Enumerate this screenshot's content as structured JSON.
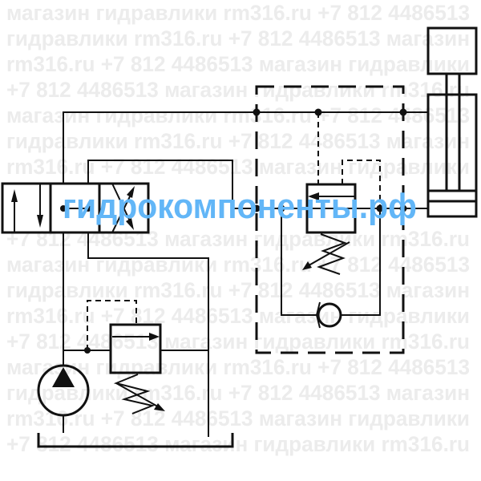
{
  "watermark": {
    "lines": [
      "магазин гидравлики rm316.ru +7 812 4486513",
      "гидравлики rm316.ru +7 812 4486513 магазин",
      "rm316.ru +7 812 4486513 магазин гидравлики",
      "+7 812 4486513 магазин гидравлики rm316.ru",
      "магазин гидравлики rm316.ru +7 812 4486513",
      "гидравлики rm316.ru +7 812 4486513 магазин",
      "rm316.ru +7 812 4486513 магазин гидравлики",
      "+7 812 4486513 магазин гидравлики rm316.ru",
      "магазин гидравлики rm316.ru +7 812 4486513",
      "гидравлики rm316.ru +7 812 4486513 магазин",
      "rm316.ru +7 812 4486513 магазин гидравлики",
      "+7 812 4486513 магазин гидравлики rm316.ru",
      "магазин гидравлики rm316.ru +7 812 4486513",
      "гидравлики rm316.ru +7 812 4486513 магазин",
      "rm316.ru +7 812 4486513 магазин гидравлики",
      "+7 812 4486513 магазин гидравлики rm316.ru"
    ],
    "brand": "гидрокомпоненты.рф"
  }
}
